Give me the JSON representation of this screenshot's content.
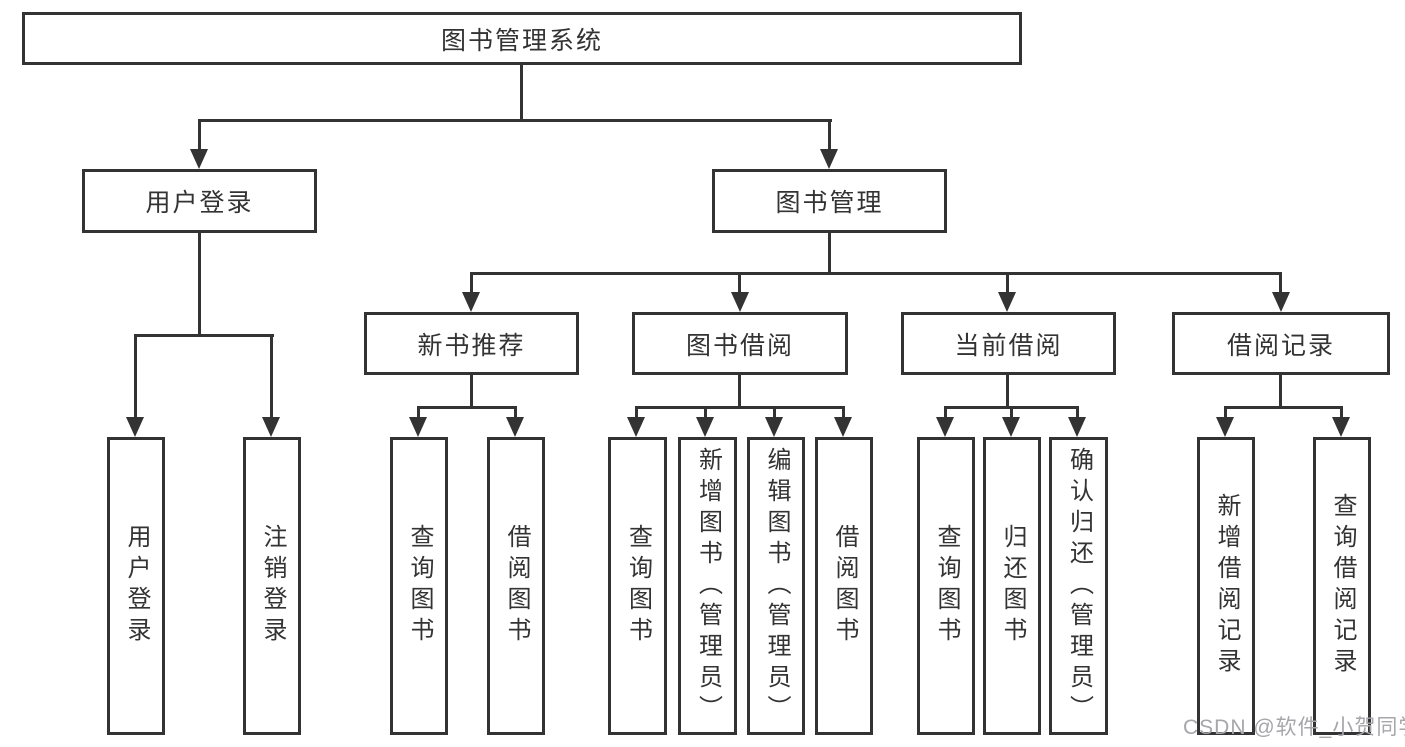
{
  "diagram": {
    "root_label": "图书管理系统",
    "level2": {
      "user_login": "用户登录",
      "book_management": "图书管理"
    },
    "level3": {
      "new_book_recommend": "新书推荐",
      "book_borrow": "图书借阅",
      "current_borrow": "当前借阅",
      "borrow_record": "借阅记录"
    },
    "leaves": {
      "user_login": [
        "用户登录",
        "注销登录"
      ],
      "new_book_recommend": [
        "查询图书",
        "借阅图书"
      ],
      "book_borrow": [
        "查询图书",
        "新增图书（管理员）",
        "编辑图书（管理员）",
        "借阅图书"
      ],
      "current_borrow": [
        "查询图书",
        "归还图书",
        "确认归还（管理员）"
      ],
      "borrow_record": [
        "新增借阅记录",
        "查询借阅记录"
      ]
    },
    "watermark": "CSDN @软件_小贺同学",
    "colors": {
      "line": "#333333",
      "text": "#333333",
      "watermark": "#a6a6ab",
      "background": "#ffffff"
    }
  }
}
